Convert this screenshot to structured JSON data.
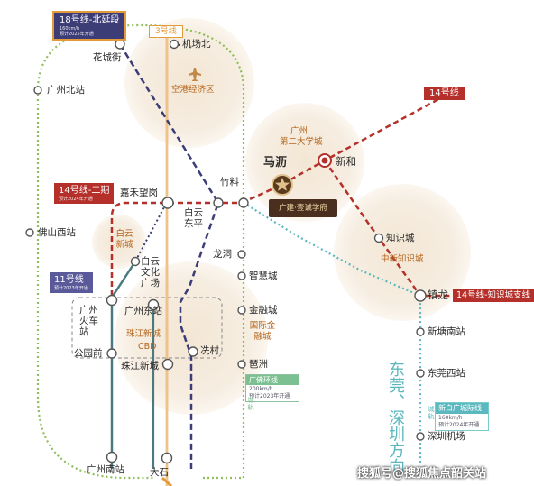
{
  "badges": {
    "line18": {
      "title": "18号线-北延段",
      "sub1": "160km/h",
      "sub2": "预计2025年开通",
      "color": "#3c3c76"
    },
    "line3": {
      "title": "3号线",
      "color": "#e39a3a"
    },
    "line14": {
      "title": "14号线",
      "color": "#b5302a"
    },
    "line14_2": {
      "title": "14号线-二期",
      "sub1": "预计2024年开通",
      "color": "#b5302a"
    },
    "line11": {
      "title": "11号线",
      "sub1": "预计2023年开通",
      "color": "#5a5a9a"
    },
    "line14_branch": {
      "title": "14号线-知识城支线",
      "color": "#b5302a"
    }
  },
  "stations": {
    "huacheng_jie": "花城街",
    "jichang_bei": "机场北",
    "guangzhou_beizhan": "广州北站",
    "foshan_xizhan": "佛山西站",
    "jiahe_wanggang": "嘉禾望岗",
    "baiyun_dongping": "白云东平",
    "zhuliao": "竹料",
    "mali": "马沥",
    "xinhe": "新和",
    "zhishicheng": "知识城",
    "zhenlong": "镇龙",
    "xintang_nanzhan": "新塘南站",
    "dongguan_xizhan": "东莞西站",
    "shenzhen_jichang": "深圳机场",
    "longdong": "龙洞",
    "zhihuicheng": "智慧城",
    "jinrongcheng": "金融城",
    "qinzhou": "琶洲",
    "xiancun": "冼村",
    "baiyun_wenhua": "白云文化广场",
    "guangzhou_dongzhan": "广州东站",
    "guangzhou_huochezhan": "广州火车站",
    "gongyuanqian": "公园前",
    "zhujiang_xincheng": "珠江新城",
    "guangzhou_nanzhan": "广州南站",
    "dashi": "大石"
  },
  "zones": {
    "konggang": "空港经济区",
    "daxuecheng_1": "广州",
    "daxuecheng_2": "第二大学城",
    "zhongxin_zhishicheng": "中新知识城",
    "baiyun_xincheng": "白云新城",
    "zhujiang_cbd_1": "珠江新城",
    "zhujiang_cbd_2": "CBD",
    "guoji_jinrongcheng": "国际金融城",
    "dongguan_shenzhen": "东莞、深圳方向",
    "project_label": "广建·壹诚学府"
  },
  "cards": {
    "guangfo": {
      "title": "广佛环线",
      "sub1": "200km/h",
      "sub2": "预计2023年开通",
      "tag": "城轨"
    },
    "xinbai": {
      "title": "新白广城际线",
      "sub1": "160km/h",
      "sub2": "预计2024年开通",
      "tag": "城轨"
    }
  },
  "watermark": "搜狐号@搜狐焦点韶关站",
  "colors": {
    "line3": "#e39a3a",
    "line14": "#b5302a",
    "line18": "#3c3c76",
    "line11": "#5a8a8a",
    "guangfo": "#8fbf5a",
    "xinbai": "#5cb8bf"
  }
}
